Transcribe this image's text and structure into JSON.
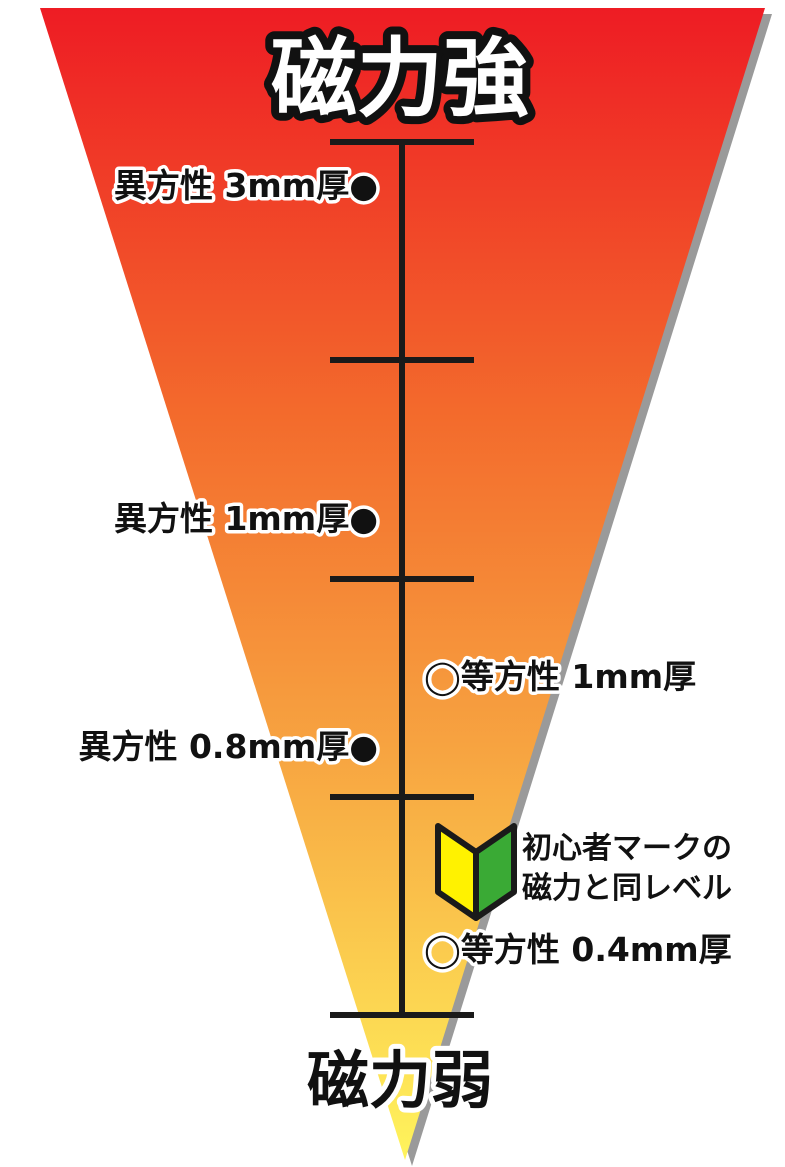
{
  "title_strong": "磁力強",
  "title_weak": "磁力弱",
  "anisotropic_marks": [
    {
      "label": "異方性 3mm厚●"
    },
    {
      "label": "異方性 1mm厚●"
    },
    {
      "label": "異方性 0.8mm厚●"
    }
  ],
  "isotropic_marks": [
    {
      "label": "◯等方性 1mm厚"
    },
    {
      "label": "◯等方性 0.4mm厚"
    }
  ],
  "beginner_note": {
    "line1": "初心者マークの",
    "line2": "磁力と同レベル"
  },
  "colors": {
    "gradient_top": "#ee1c24",
    "gradient_mid": "#f7a541",
    "gradient_bottom": "#fff45c",
    "axis": "#1a1a1a",
    "beginner_yellow": "#fff200",
    "beginner_green": "#3aaa35"
  }
}
